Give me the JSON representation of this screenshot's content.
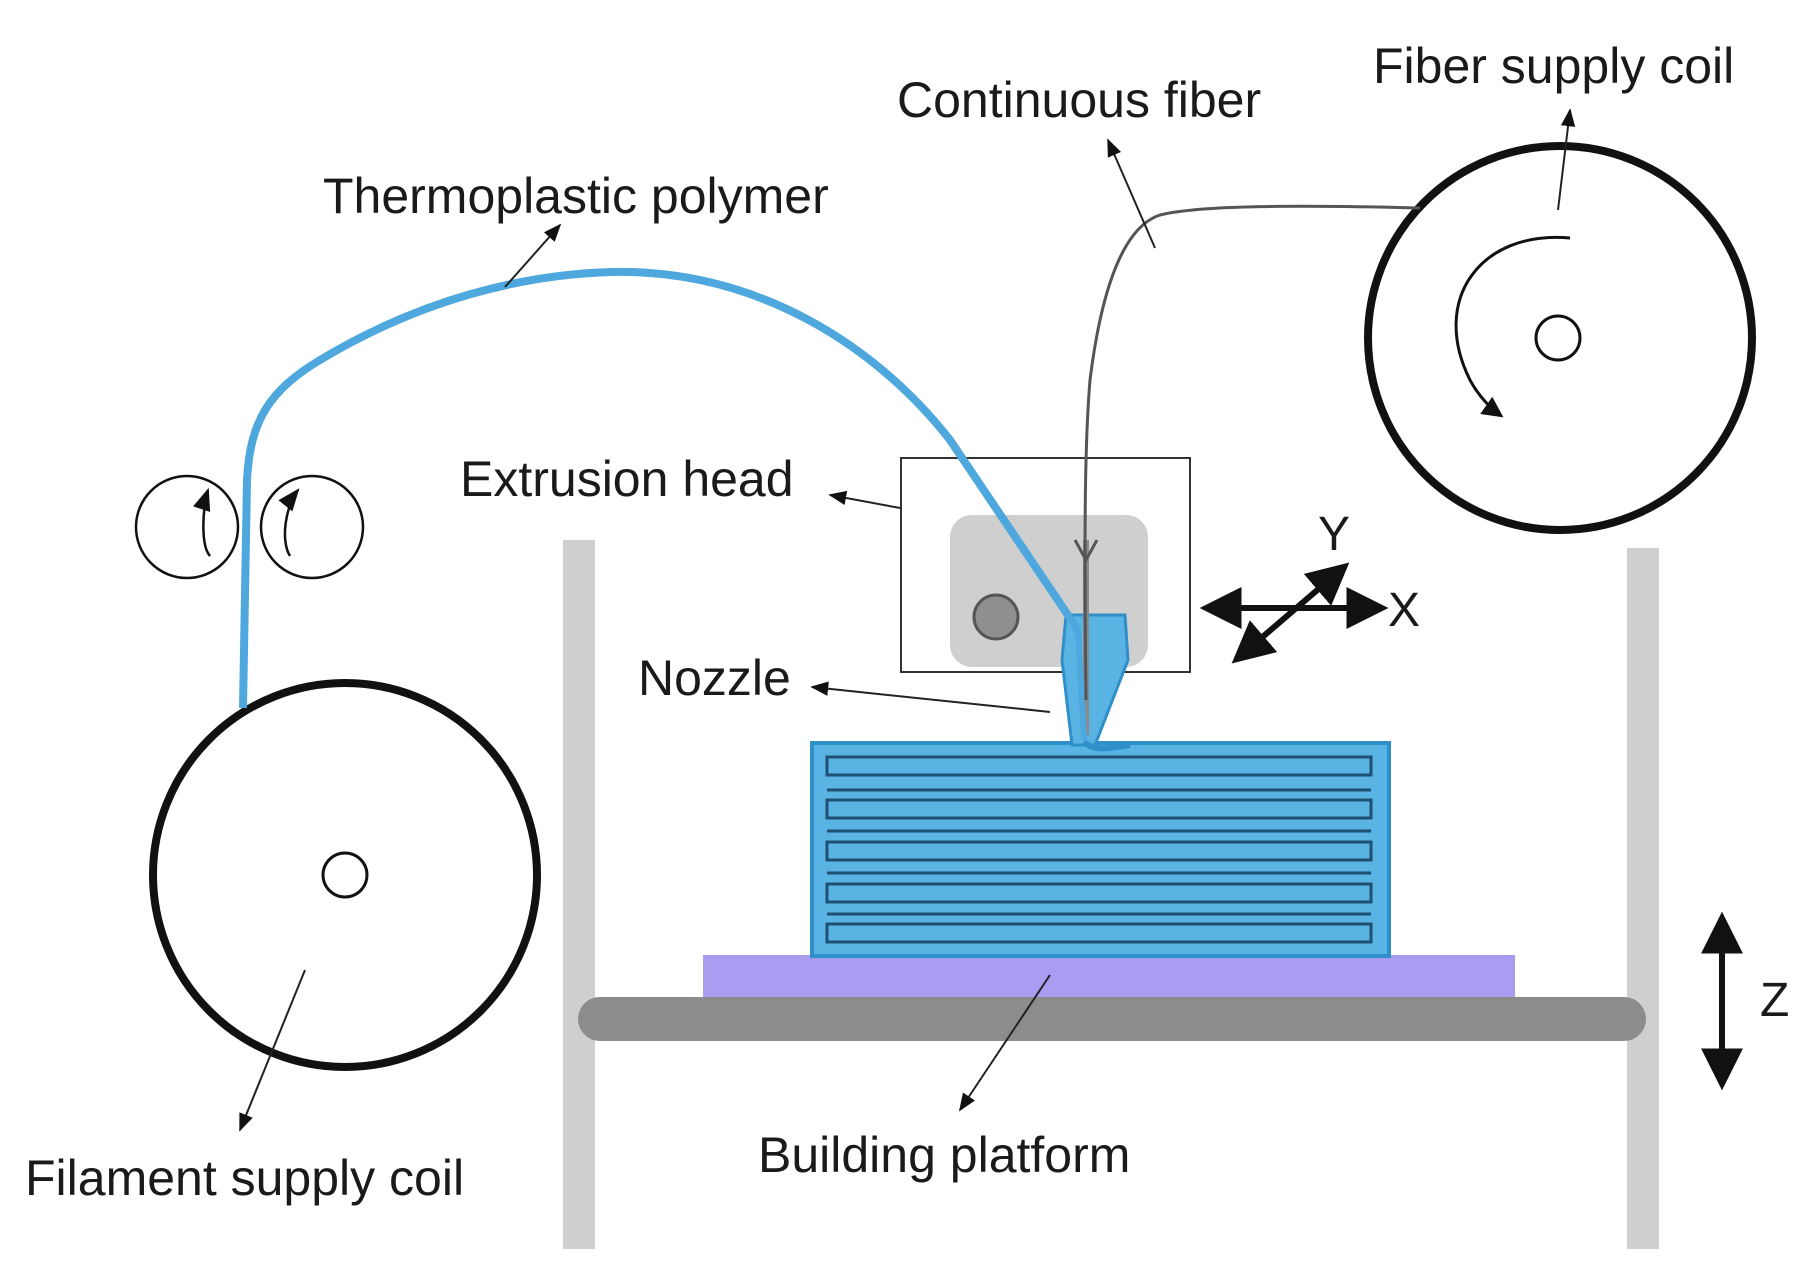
{
  "diagram": {
    "labels": {
      "fiber_supply_coil": "Fiber supply coil",
      "continuous_fiber": "Continuous fiber",
      "thermoplastic_polymer": "Thermoplastic polymer",
      "extrusion_head": "Extrusion head",
      "nozzle": "Nozzle",
      "filament_supply_coil": "Filament supply coil",
      "building_platform": "Building platform"
    },
    "axes": {
      "x": "X",
      "y": "Y",
      "z": "Z"
    },
    "colors": {
      "polymer": "#4ea8dd",
      "polymer_fill": "#59b4e3",
      "platform_top": "#a99df2",
      "frame": "#cfcfcf",
      "platform_base": "#8c8c8c",
      "head_body": "#cfcfcf"
    }
  }
}
